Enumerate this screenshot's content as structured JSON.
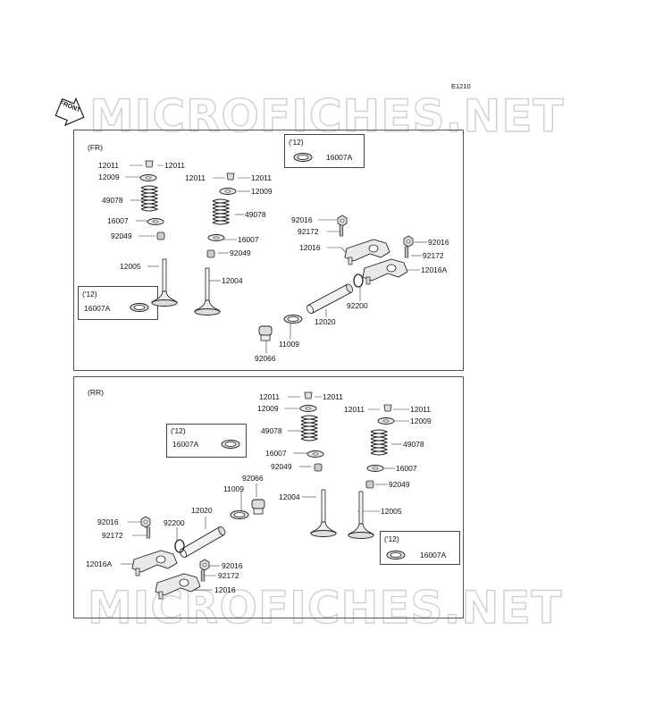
{
  "diagram_code": "E1210",
  "front_label": "FRONT",
  "watermark": "MICROFICHES.NET",
  "fr": {
    "section_label": "(FR)",
    "variant_top": {
      "year": "('12)",
      "part": "16007A"
    },
    "variant_left": {
      "year": "('12)",
      "part": "16007A"
    },
    "parts": {
      "p12011a": "12011",
      "p12011b": "12011",
      "p12009a": "12009",
      "p49078a": "49078",
      "p16007a": "16007",
      "p92049a": "92049",
      "p12005": "12005",
      "p12011c": "12011",
      "p12011d": "12011",
      "p12009b": "12009",
      "p49078b": "49078",
      "p16007b": "16007",
      "p92049b": "92049",
      "p12004": "12004",
      "p92016a": "92016",
      "p92172a": "92172",
      "p12016": "12016",
      "p92016b": "92016",
      "p92172b": "92172",
      "p12016A": "12016A",
      "p92200": "92200",
      "p12020": "12020",
      "p11009": "11009",
      "p92066": "92066"
    }
  },
  "rr": {
    "section_label": "(RR)",
    "variant_mid": {
      "year": "('12)",
      "part": "16007A"
    },
    "variant_right": {
      "year": "('12)",
      "part": "16007A"
    },
    "parts": {
      "p12011a": "12011",
      "p12011b": "12011",
      "p12009a": "12009",
      "p49078a": "49078",
      "p16007a": "16007",
      "p92049a": "92049",
      "p12004": "12004",
      "p12011c": "12011",
      "p12011d": "12011",
      "p12009b": "12009",
      "p49078b": "49078",
      "p16007b": "16007",
      "p92049b": "92049",
      "p12005": "12005",
      "p11009": "11009",
      "p92066": "92066",
      "p12020": "12020",
      "p92200": "92200",
      "p92016a": "92016",
      "p92172a": "92172",
      "p12016A": "12016A",
      "p92016b": "92016",
      "p92172b": "92172",
      "p12016": "12016"
    }
  }
}
